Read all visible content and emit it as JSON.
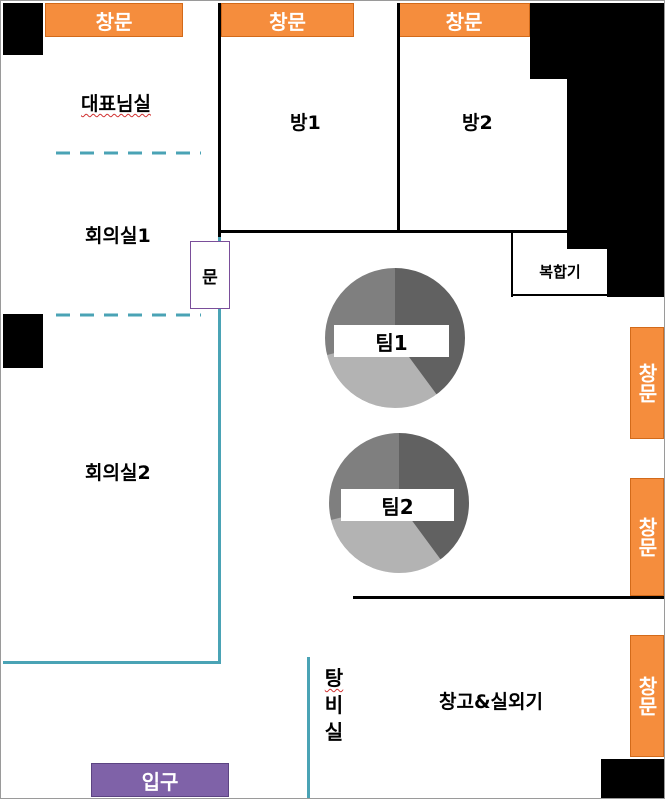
{
  "windows": {
    "label": "창문"
  },
  "rooms": {
    "ceo": "대표님실",
    "meeting1": "회의실1",
    "meeting2": "회의실2",
    "room1": "방1",
    "room2": "방2",
    "copier": "복합기",
    "storage": "창고&실외기",
    "pantry_chars": [
      "탕",
      "비",
      "실"
    ]
  },
  "door": {
    "label": "문"
  },
  "entrance": {
    "label": "입구"
  },
  "teams": [
    {
      "label": "팀1"
    },
    {
      "label": "팀2"
    }
  ],
  "colors": {
    "window": "#f58d3d",
    "entrance": "#7f62a8",
    "door_border": "#7a4e9a",
    "glass_wall": "#4aa3b5",
    "table_dark": "#616161",
    "table_mid": "#7f7f7f",
    "table_light": "#b3b3b3"
  }
}
